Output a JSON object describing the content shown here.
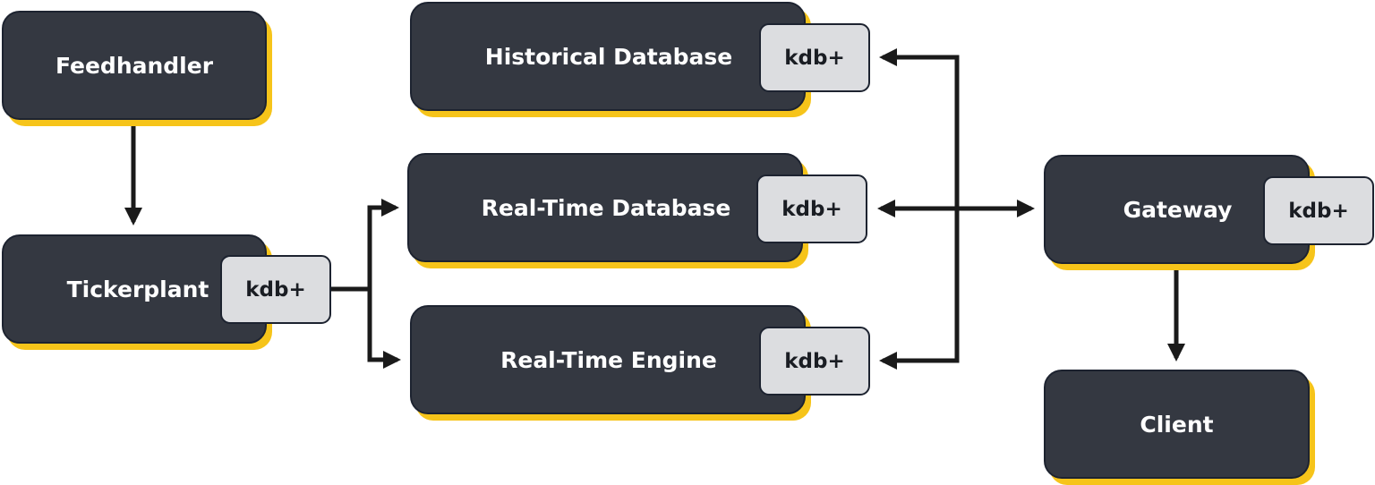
{
  "colors": {
    "node_fill": "#343841",
    "node_border": "#1d2330",
    "node_shadow": "#f6c41a",
    "badge_fill": "#dcdde0",
    "arrow": "#1a1a1a"
  },
  "nodes": {
    "feedhandler": {
      "label": "Feedhandler"
    },
    "tickerplant": {
      "label": "Tickerplant",
      "badge": "kdb+"
    },
    "historical_database": {
      "label": "Historical Database",
      "badge": "kdb+"
    },
    "realtime_database": {
      "label": "Real-Time Database",
      "badge": "kdb+"
    },
    "realtime_engine": {
      "label": "Real-Time Engine",
      "badge": "kdb+"
    },
    "gateway": {
      "label": "Gateway",
      "badge": "kdb+"
    },
    "client": {
      "label": "Client"
    }
  }
}
